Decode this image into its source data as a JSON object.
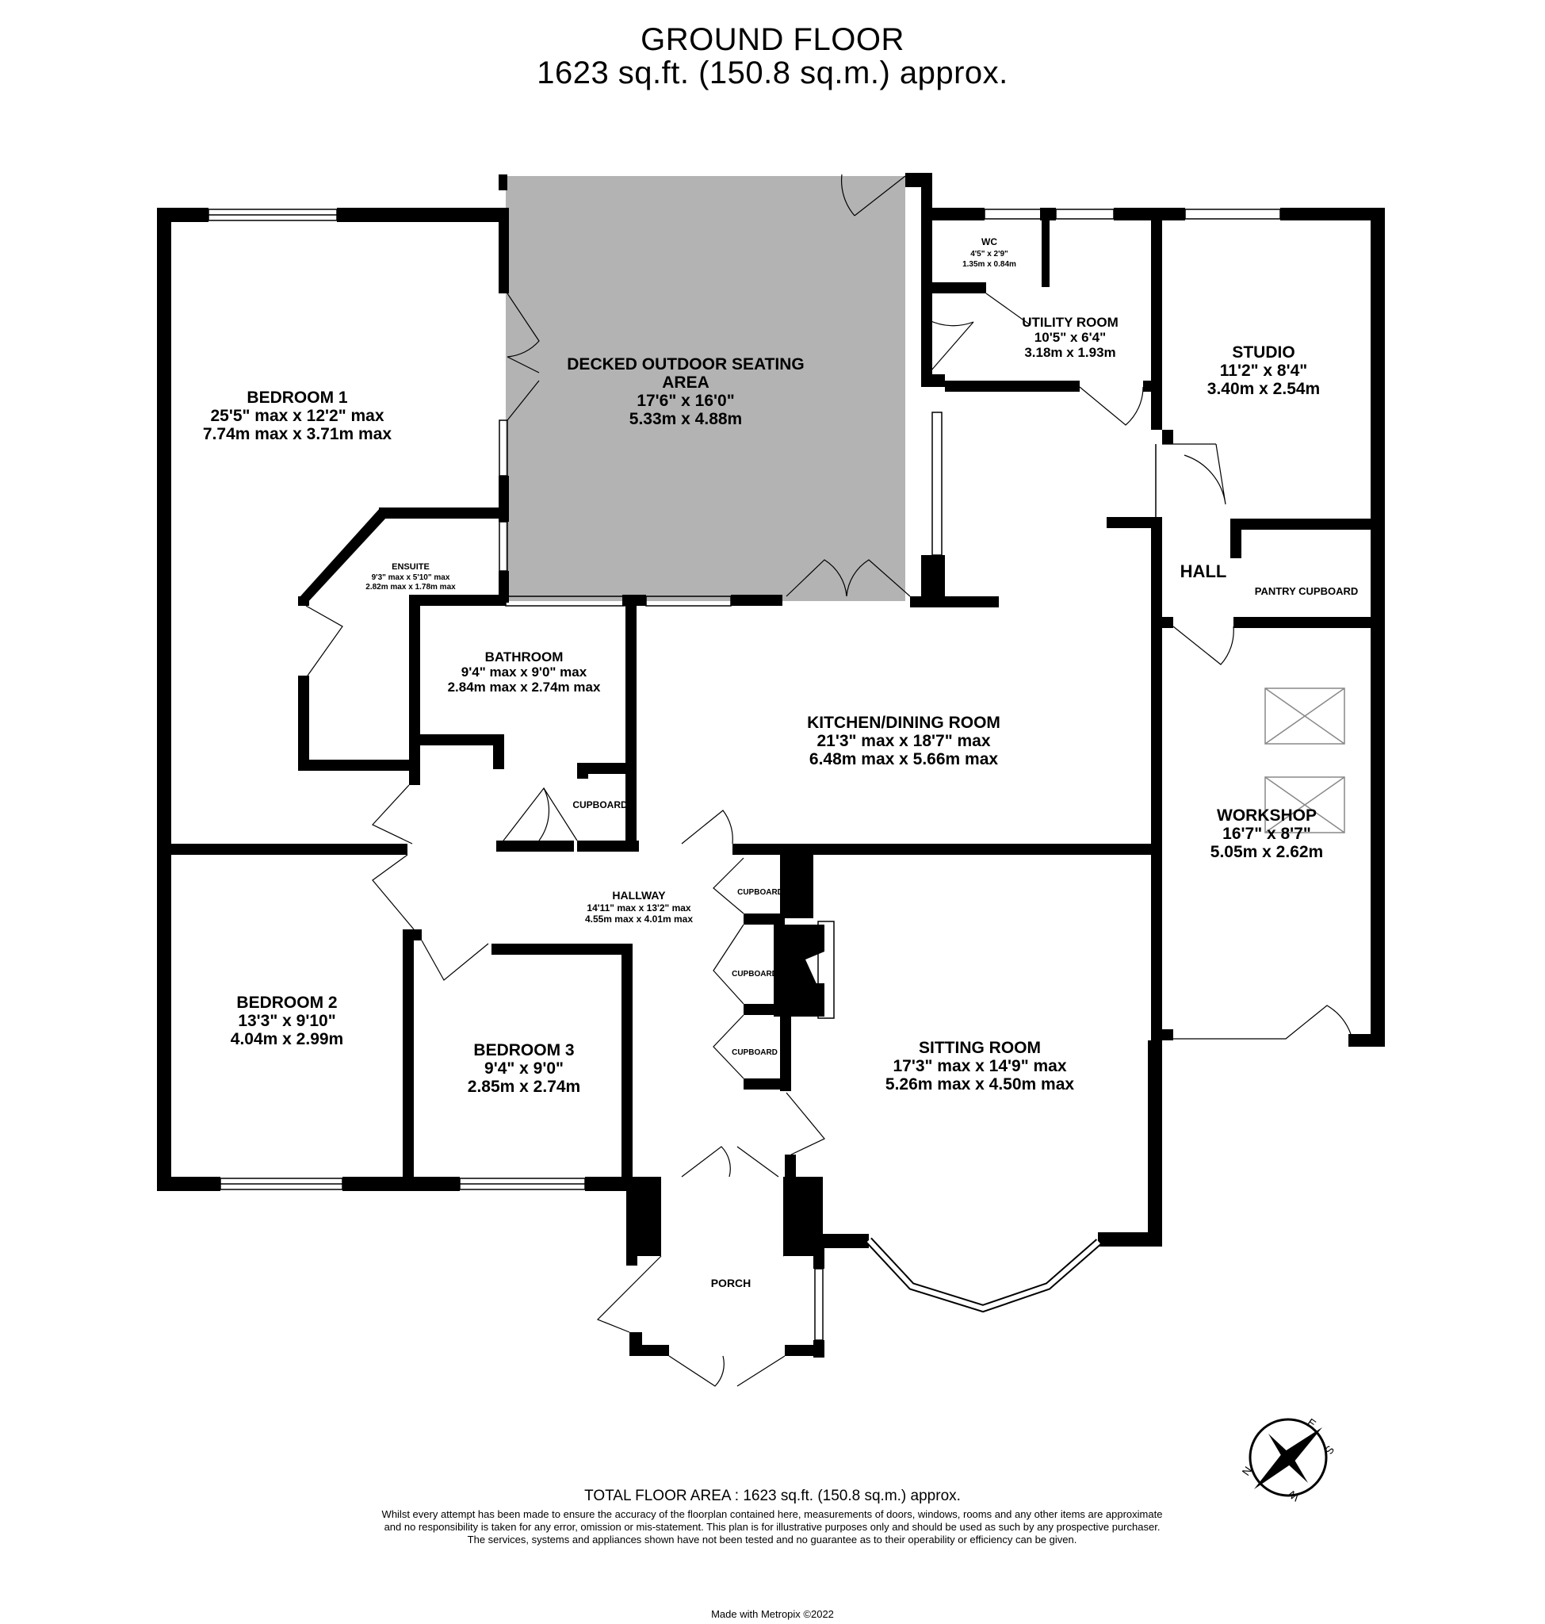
{
  "header": {
    "floor": "GROUND FLOOR",
    "area": "1623 sq.ft. (150.8 sq.m.) approx."
  },
  "rooms": {
    "decked": {
      "name_1": "DECKED OUTDOOR SEATING",
      "name_2": "AREA",
      "dim_imperial": "17'6\"  x 16'0\"",
      "dim_metric": "5.33m  x 4.88m"
    },
    "bedroom1": {
      "name": "BEDROOM 1",
      "dim_imperial": "25'5\" max x 12'2\" max",
      "dim_metric": "7.74m max x 3.71m max"
    },
    "wc": {
      "name": "WC",
      "dim_imperial": "4'5\"  x 2'9\"",
      "dim_metric": "1.35m  x 0.84m"
    },
    "utility": {
      "name": "UTILITY ROOM",
      "dim_imperial": "10'5\"  x 6'4\"",
      "dim_metric": "3.18m  x 1.93m"
    },
    "studio": {
      "name": "STUDIO",
      "dim_imperial": "11'2\"  x 8'4\"",
      "dim_metric": "3.40m  x 2.54m"
    },
    "ensuite": {
      "name": "ENSUITE",
      "dim_imperial": "9'3\" max x 5'10\" max",
      "dim_metric": "2.82m max x 1.78m max"
    },
    "hall": {
      "name": "HALL"
    },
    "pantry": {
      "name": "PANTRY CUPBOARD"
    },
    "bathroom": {
      "name": "BATHROOM",
      "dim_imperial": "9'4\" max x 9'0\" max",
      "dim_metric": "2.84m max x 2.74m max"
    },
    "kitchen": {
      "name": "KITCHEN/DINING ROOM",
      "dim_imperial": "21'3\" max x 18'7\" max",
      "dim_metric": "6.48m max x 5.66m max"
    },
    "workshop": {
      "name": "WORKSHOP",
      "dim_imperial": "16'7\"  x 8'7\"",
      "dim_metric": "5.05m  x 2.62m"
    },
    "cupboard_bath": {
      "name": "CUPBOARD"
    },
    "hallway": {
      "name": "HALLWAY",
      "dim_imperial": "14'11\" max x 13'2\" max",
      "dim_metric": "4.55m max x 4.01m max"
    },
    "cupboard_1": {
      "name": "CUPBOARD"
    },
    "cupboard_2": {
      "name": "CUPBOARD"
    },
    "cupboard_3": {
      "name": "CUPBOARD"
    },
    "bedroom2": {
      "name": "BEDROOM 2",
      "dim_imperial": "13'3\"  x 9'10\"",
      "dim_metric": "4.04m  x 2.99m"
    },
    "bedroom3": {
      "name": "BEDROOM 3",
      "dim_imperial": "9'4\"  x 9'0\"",
      "dim_metric": "2.85m  x 2.74m"
    },
    "sitting": {
      "name": "SITTING ROOM",
      "dim_imperial": "17'3\" max x 14'9\" max",
      "dim_metric": "5.26m max x 4.50m max"
    },
    "porch": {
      "name": "PORCH"
    }
  },
  "compass": {
    "n": "N",
    "e": "E",
    "s": "S",
    "w": "W"
  },
  "footer": {
    "total": "TOTAL FLOOR AREA : 1623 sq.ft. (150.8 sq.m.) approx.",
    "disclaimer": "Whilst every attempt has been made to ensure the accuracy of the floorplan contained here, measurements of doors, windows, rooms and any other items are approximate and no responsibility is taken for any error, omission or mis-statement. This plan is for illustrative purposes only and should be used as such by any prospective purchaser. The services, systems and appliances shown have not been tested and no guarantee as to their operability or efficiency can be given.",
    "made_with": "Made with Metropix ©2022"
  },
  "colors": {
    "wall": "#000000",
    "deck": "#b3b3b3",
    "background": "#ffffff"
  }
}
